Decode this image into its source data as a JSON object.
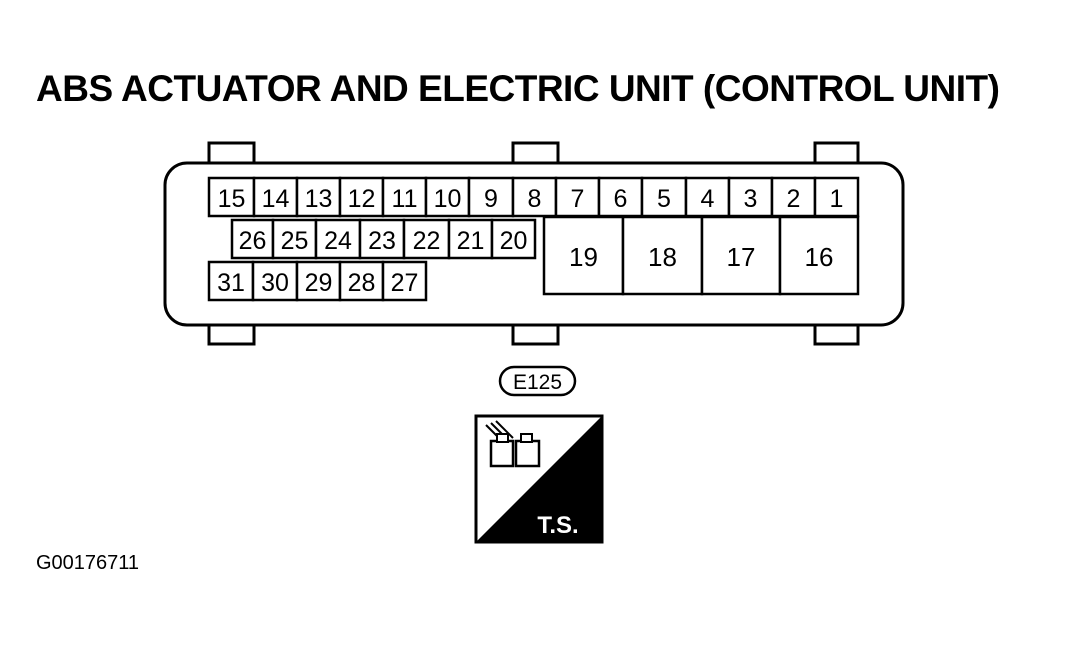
{
  "title": "ABS ACTUATOR AND ELECTRIC UNIT (CONTROL UNIT)",
  "connector": {
    "id": "E125",
    "row1": [
      "15",
      "14",
      "13",
      "12",
      "11",
      "10",
      "9",
      "8",
      "7",
      "6",
      "5",
      "4",
      "3",
      "2",
      "1"
    ],
    "row2": [
      "26",
      "25",
      "24",
      "23",
      "22",
      "21",
      "20"
    ],
    "row3": [
      "31",
      "30",
      "29",
      "28",
      "27"
    ],
    "large_pins": [
      "19",
      "18",
      "17",
      "16"
    ]
  },
  "symbol": {
    "label": "T.S.",
    "icon": "harness-connector-icon"
  },
  "figure_id": "G00176711",
  "colors": {
    "ink": "#000000",
    "paper": "#ffffff"
  }
}
